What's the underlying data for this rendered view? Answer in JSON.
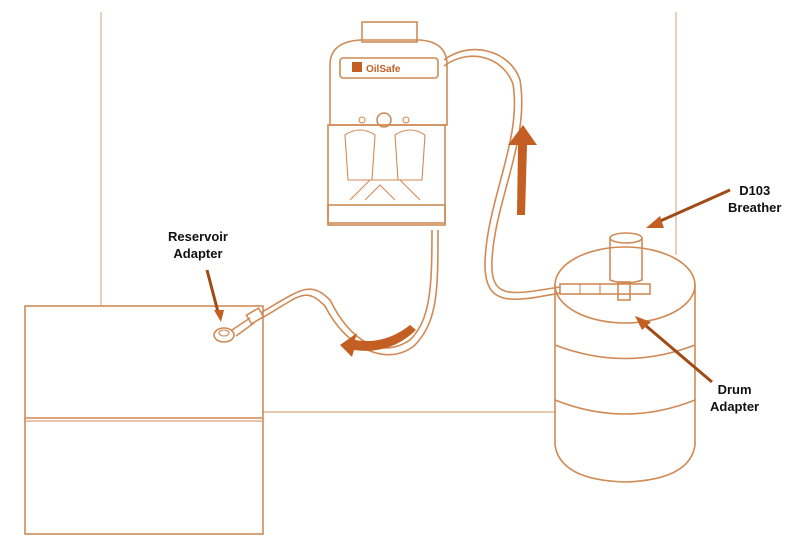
{
  "labels": {
    "reservoir_line1": "Reservoir",
    "reservoir_line2": "Adapter",
    "breather_line1": "D103",
    "breather_line2": "Breather",
    "drum_line1": "Drum",
    "drum_line2": "Adapter"
  },
  "device_logo_text": "OilSafe",
  "colors": {
    "line": "#d08a55",
    "arrow": "#c35f22",
    "wall": "#e0b999"
  }
}
